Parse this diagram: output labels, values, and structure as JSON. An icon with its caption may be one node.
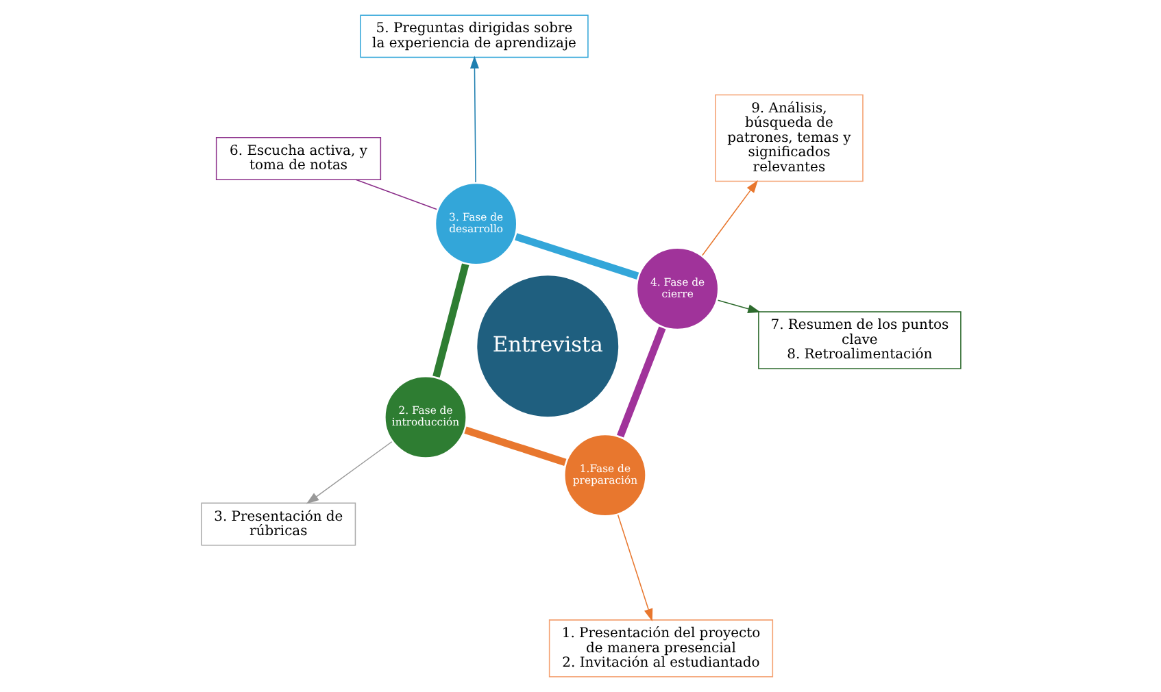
{
  "diagram": {
    "nodes": [
      {
        "text": [
          "Entrevista"
        ]
      },
      {
        "text": [
          "1.Fase de preparación"
        ]
      },
      {
        "text": [
          "2. Fase de introducción"
        ]
      },
      {
        "text": [
          "3. Fase de desarrollo"
        ]
      },
      {
        "text": [
          "4. Fase de cierre"
        ]
      },
      {
        "text": [
          "1. Presentación del proyecto de manera presencial",
          "2. Invitación al estudiantado"
        ]
      },
      {
        "text": [
          "3. Presentación de rúbricas"
        ]
      },
      {
        "text": [
          "5. Preguntas dirigidas sobre la experiencia de aprendizaje"
        ]
      },
      {
        "text": [
          "6. Escucha activa, y toma de notas"
        ]
      },
      {
        "text": [
          "7. Resumen de los puntos clave",
          "8. Retroalimentación"
        ]
      },
      {
        "text": [
          "9. Análisis, búsqueda de patrones, temas y significados relevantes"
        ]
      }
    ],
    "edges": [
      {
        "from": 1,
        "to": 2,
        "arrow": "none",
        "style": "thick",
        "color": "#e8772e"
      },
      {
        "from": 2,
        "to": 3,
        "arrow": "none",
        "style": "thick",
        "color": "#2e7d32"
      },
      {
        "from": 3,
        "to": 4,
        "arrow": "none",
        "style": "thick",
        "color": "#33a6d9"
      },
      {
        "from": 4,
        "to": 1,
        "arrow": "none",
        "style": "thick",
        "color": "#a0339a"
      },
      {
        "from": 1,
        "to": 5,
        "arrow": "to",
        "color": "#e8772e"
      },
      {
        "from": 2,
        "to": 6,
        "arrow": "to",
        "color": "#999999"
      },
      {
        "from": 3,
        "to": 7,
        "arrow": "to",
        "color": "#1f7fb0"
      },
      {
        "from": 3,
        "to": 8,
        "arrow": "none",
        "color": "#8b2f8a"
      },
      {
        "from": 4,
        "to": 9,
        "arrow": "to",
        "color": "#2e6b2e"
      },
      {
        "from": 4,
        "to": 10,
        "arrow": "to",
        "color": "#e8772e"
      }
    ]
  }
}
